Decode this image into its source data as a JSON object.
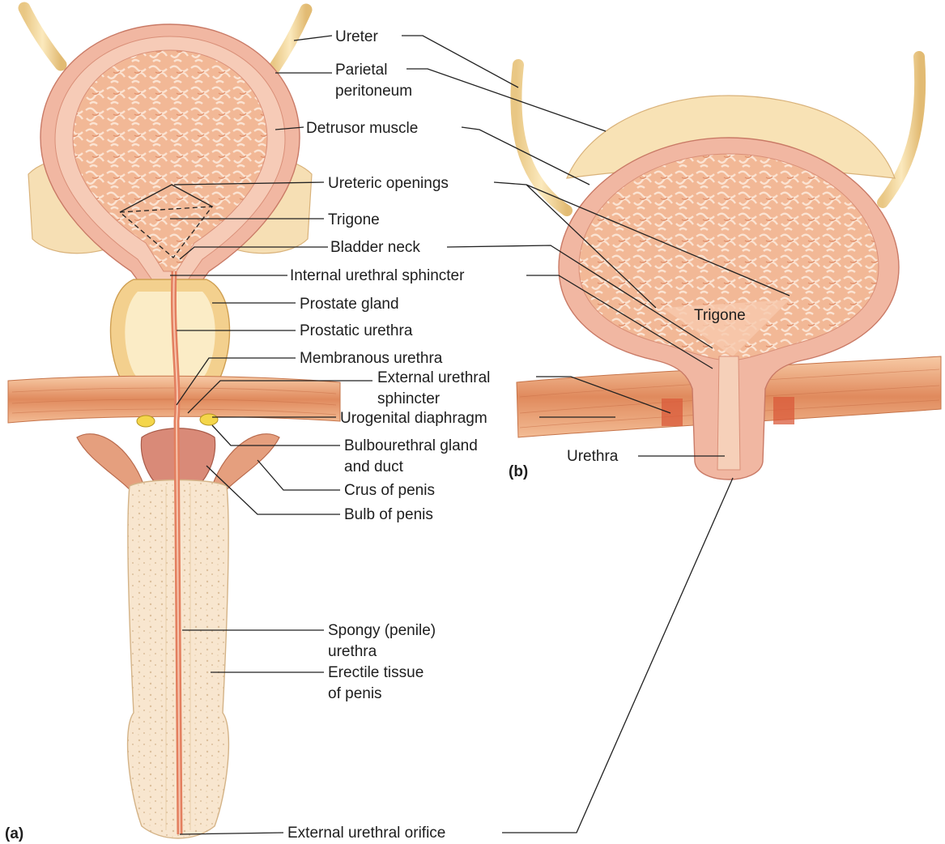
{
  "panels": {
    "a": "(a)",
    "b": "(b)"
  },
  "labels": {
    "ureter": "Ureter",
    "parietal_peritoneum_1": "Parietal",
    "parietal_peritoneum_2": "peritoneum",
    "detrusor_muscle": "Detrusor muscle",
    "ureteric_openings": "Ureteric openings",
    "trigone_a": "Trigone",
    "bladder_neck": "Bladder neck",
    "internal_urethral_sphincter": "Internal urethral sphincter",
    "prostate_gland": "Prostate gland",
    "prostatic_urethra": "Prostatic urethra",
    "membranous_urethra": "Membranous urethra",
    "external_urethral_sphincter_1": "External urethral",
    "external_urethral_sphincter_2": "sphincter",
    "urogenital_diaphragm": "Urogenital diaphragm",
    "bulbourethral_gland_1": "Bulbourethral gland",
    "bulbourethral_gland_2": "and duct",
    "crus_of_penis": "Crus of penis",
    "bulb_of_penis": "Bulb of penis",
    "spongy_urethra_1": "Spongy (penile)",
    "spongy_urethra_2": "urethra",
    "erectile_tissue_1": "Erectile tissue",
    "erectile_tissue_2": "of penis",
    "external_urethral_orifice": "External urethral orifice",
    "trigone_b": "Trigone",
    "urethra_b": "Urethra"
  }
}
